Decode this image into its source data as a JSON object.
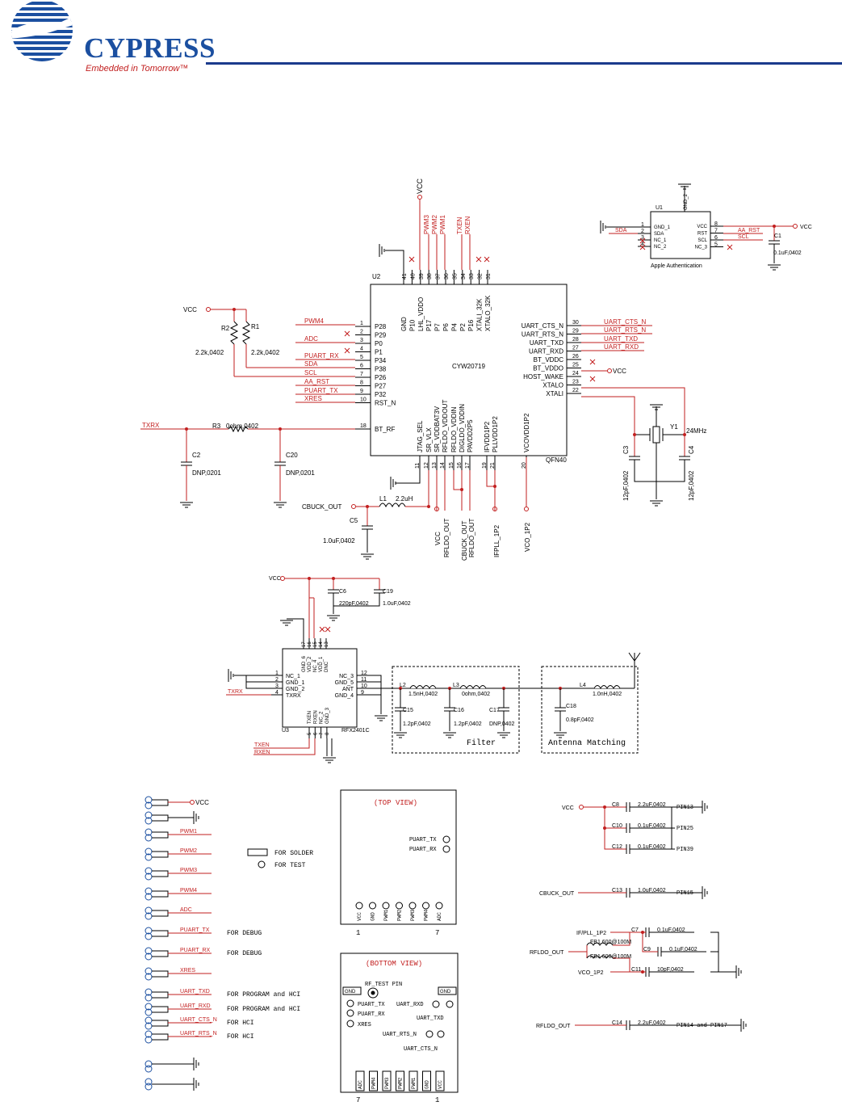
{
  "brand": {
    "name": "CYPRESS",
    "tagline": "Embedded in Tomorrow™",
    "colors": {
      "blue": "#1b4fa0",
      "red": "#c21f1f",
      "rule": "#1b3a8c"
    }
  },
  "nets": {
    "vcc": "VCC",
    "txrx": "TXRX",
    "txen": "TXEN",
    "rxen": "RXEN",
    "sda": "SDA",
    "scl": "SCL",
    "aa_rst": "AA_RST",
    "xres": "XRES",
    "pwm1": "PWM1",
    "pwm2": "PWM2",
    "pwm3": "PWM3",
    "pwm4": "PWM4",
    "adc": "ADC",
    "puart_rx": "PUART_RX",
    "puart_tx": "PUART_TX",
    "uart_cts": "UART_CTS_N",
    "uart_rts": "UART_RTS_N",
    "uart_txd": "UART_TXD",
    "uart_rxd": "UART_RXD",
    "cbuck_out": "CBUCK_OUT",
    "rfldo_out": "RFLDO_OUT",
    "ifpll": "IFPLL_1P2",
    "vco": "VCO_1P2",
    "ifpll2": "IF/PLL_1P2"
  },
  "u2": {
    "ref": "U2",
    "part": "CYW20719",
    "package": "QFN40",
    "left_pins": [
      {
        "num": "1",
        "name": "P28"
      },
      {
        "num": "2",
        "name": "P29"
      },
      {
        "num": "3",
        "name": "P0"
      },
      {
        "num": "4",
        "name": "P1"
      },
      {
        "num": "5",
        "name": "P34"
      },
      {
        "num": "6",
        "name": "P38"
      },
      {
        "num": "7",
        "name": "P26"
      },
      {
        "num": "8",
        "name": "P27"
      },
      {
        "num": "9",
        "name": "P32"
      },
      {
        "num": "10",
        "name": "RST_N"
      },
      {
        "num": "18",
        "name": "BT_RF"
      }
    ],
    "right_pins": [
      {
        "num": "30",
        "name": "UART_CTS_N"
      },
      {
        "num": "29",
        "name": "UART_RTS_N"
      },
      {
        "num": "28",
        "name": "UART_TXD"
      },
      {
        "num": "27",
        "name": "UART_RXD"
      },
      {
        "num": "26",
        "name": "BT_VDDC"
      },
      {
        "num": "25",
        "name": "BT_VDDO"
      },
      {
        "num": "24",
        "name": "HOST_WAKE"
      },
      {
        "num": "23",
        "name": "XTALO"
      },
      {
        "num": "22",
        "name": "XTALI"
      }
    ],
    "top_pins": [
      {
        "num": "41",
        "name": "GND"
      },
      {
        "num": "40",
        "name": "P10"
      },
      {
        "num": "39",
        "name": "LHL_VDDO"
      },
      {
        "num": "38",
        "name": "P17"
      },
      {
        "num": "37",
        "name": "P7"
      },
      {
        "num": "36",
        "name": "P6"
      },
      {
        "num": "35",
        "name": "P4"
      },
      {
        "num": "34",
        "name": "P2"
      },
      {
        "num": "33",
        "name": "P16"
      },
      {
        "num": "32",
        "name": "XTALI_32K"
      },
      {
        "num": "31",
        "name": "XTALO_32K"
      }
    ],
    "bottom_pins": [
      {
        "num": "11",
        "name": "JTAG_SEL"
      },
      {
        "num": "12",
        "name": "SR_VLX"
      },
      {
        "num": "13",
        "name": "SR_VDDBAT3V"
      },
      {
        "num": "14",
        "name": "RFLDO_VDDOUT"
      },
      {
        "num": "15",
        "name": "RFLDO_VDDIN"
      },
      {
        "num": "16",
        "name": "DIGLDO_VDDIN"
      },
      {
        "num": "17",
        "name": "PAVDD2P5"
      },
      {
        "num": "19",
        "name": "IFVDD1P2"
      },
      {
        "num": "21",
        "name": "PLLVDD1P2"
      },
      {
        "num": "20",
        "name": "VCOVDD1P2"
      }
    ]
  },
  "u1": {
    "ref": "U1",
    "label": "Apple Authentication",
    "left_pins": [
      {
        "num": "1",
        "name": "GND_1"
      },
      {
        "num": "2",
        "name": "SDA"
      },
      {
        "num": "3",
        "name": "NC_1"
      },
      {
        "num": "4",
        "name": "NC_2"
      }
    ],
    "right_pins": [
      {
        "num": "8",
        "name": "VCC"
      },
      {
        "num": "7",
        "name": "RST"
      },
      {
        "num": "6",
        "name": "SCL"
      },
      {
        "num": "5",
        "name": "NC_3"
      }
    ],
    "top_pin": {
      "num": "9",
      "name": "GND_2"
    }
  },
  "u3": {
    "ref": "U3",
    "part": "RFX2401C",
    "left_pins": [
      {
        "num": "1",
        "name": "NC_1"
      },
      {
        "num": "2",
        "name": "GND_1"
      },
      {
        "num": "3",
        "name": "GND_2"
      },
      {
        "num": "4",
        "name": "TXRX"
      }
    ],
    "right_pins": [
      {
        "num": "12",
        "name": "NC_3"
      },
      {
        "num": "11",
        "name": "GND_5"
      },
      {
        "num": "10",
        "name": "ANT"
      },
      {
        "num": "9",
        "name": "GND_4"
      }
    ],
    "top_pins": [
      {
        "num": "17",
        "name": "GND_6"
      },
      {
        "num": "16",
        "name": "VDD_2"
      },
      {
        "num": "15",
        "name": "NC_4"
      },
      {
        "num": "14",
        "name": "VDD_1"
      },
      {
        "num": "13",
        "name": "DNC"
      }
    ],
    "bottom_pins": [
      {
        "num": "5",
        "name": "TXEN"
      },
      {
        "num": "6",
        "name": "RXEN"
      },
      {
        "num": "7",
        "name": "NC_2"
      },
      {
        "num": "8",
        "name": "GND_3"
      }
    ]
  },
  "parts": {
    "r1": {
      "ref": "R1",
      "value": "2.2k,0402"
    },
    "r2": {
      "ref": "R2",
      "value": "2.2k,0402"
    },
    "r3": {
      "ref": "R3",
      "value": "0ohm,0402"
    },
    "c1": {
      "ref": "C1",
      "value": "0.1uF,0402"
    },
    "c2": {
      "ref": "C2",
      "value": "DNP,0201"
    },
    "c20": {
      "ref": "C20",
      "value": "DNP,0201"
    },
    "c3": {
      "ref": "C3",
      "value": "12pF,0402"
    },
    "c4": {
      "ref": "C4",
      "value": "12pF,0402"
    },
    "c5": {
      "ref": "C5",
      "value": "1.0uF,0402"
    },
    "y1": {
      "ref": "Y1",
      "value": "24MHz"
    },
    "l1": {
      "ref": "L1",
      "value": "2.2uH"
    },
    "c6": {
      "ref": "C6",
      "value": "220pF,0402"
    },
    "c19": {
      "ref": "C19",
      "value": "1.0uF,0402"
    },
    "l2": {
      "ref": "L2",
      "value": "1.5nH,0402"
    },
    "l3": {
      "ref": "L3",
      "value": "0ohm,0402"
    },
    "l4": {
      "ref": "L4",
      "value": "1.0nH,0402"
    },
    "c15": {
      "ref": "C15",
      "value": "1.2pF,0402"
    },
    "c16": {
      "ref": "C16",
      "value": "1.2pF,0402"
    },
    "c17": {
      "ref": "C17",
      "value": "DNP,0402"
    },
    "c18": {
      "ref": "C18",
      "value": "0.8pF,0402"
    }
  },
  "boxes": {
    "filter": "Filter",
    "matching": "Antenna Matching"
  },
  "connectors": {
    "left_rows": [
      {
        "label": "VCC",
        "note": ""
      },
      {
        "label": "",
        "note": ""
      },
      {
        "label": "PWM1",
        "note": ""
      },
      {
        "label": "PWM2",
        "note": ""
      },
      {
        "label": "PWM3",
        "note": ""
      },
      {
        "label": "PWM4",
        "note": ""
      },
      {
        "label": "ADC",
        "note": ""
      },
      {
        "label": "PUART_TX",
        "note": "FOR DEBUG"
      },
      {
        "label": "PUART_RX",
        "note": "FOR DEBUG"
      },
      {
        "label": "XRES",
        "note": ""
      },
      {
        "label": "UART_TXD",
        "note": "FOR PROGRAM and HCI"
      },
      {
        "label": "UART_RXD",
        "note": "FOR PROGRAM and HCI"
      },
      {
        "label": "UART_CTS_N",
        "note": "FOR HCI"
      },
      {
        "label": "UART_RTS_N",
        "note": "FOR HCI"
      }
    ],
    "legend_solder": "FOR SOLDER",
    "legend_test": "FOR TEST"
  },
  "top_view": {
    "title": "(TOP VIEW)",
    "pads": [
      "PUART_TX",
      "PUART_RX"
    ],
    "bottom_pads": [
      "VCC",
      "GND",
      "PWM1",
      "PWM2",
      "PWM3",
      "PWM4",
      "ADC"
    ],
    "pin_first": "1",
    "pin_last": "7"
  },
  "bottom_view": {
    "title": "(BOTTOM VIEW)",
    "rf_test": "RF_TEST PIN",
    "gnd": "GND",
    "labels": [
      "PUART_TX",
      "PUART_RX",
      "XRES",
      "UART_RXD",
      "UART_TXD",
      "UART_RTS_N",
      "UART_CTS_N"
    ],
    "bottom_pads": [
      "ADC",
      "PWM4",
      "PWM3",
      "PWM2",
      "PWM1",
      "GND",
      "VCC"
    ],
    "pin_first": "7",
    "pin_last": "1"
  },
  "decoupling": {
    "rows": [
      {
        "ref": "C8",
        "value": "2.2uF,0402",
        "pin": "PIN13"
      },
      {
        "ref": "C10",
        "value": "0.1uF,0402",
        "pin": "PIN25"
      },
      {
        "ref": "C12",
        "value": "0.1uF,0402",
        "pin": "PIN39"
      },
      {
        "ref": "C13",
        "value": "1.0uF,0402",
        "pin": "PIN15"
      },
      {
        "ref": "C7",
        "value": "0.1uF,0402",
        "pin": ""
      },
      {
        "ref": "C9",
        "value": "0.1uF,0402",
        "pin": ""
      },
      {
        "ref": "C11",
        "value": "10pF,0402",
        "pin": ""
      },
      {
        "ref": "C14",
        "value": "2.2uF,0402",
        "pin": "PIN14 and PIN17"
      }
    ],
    "fb1": "FB1 600@100M",
    "fb2": "FB1 600@100M"
  }
}
